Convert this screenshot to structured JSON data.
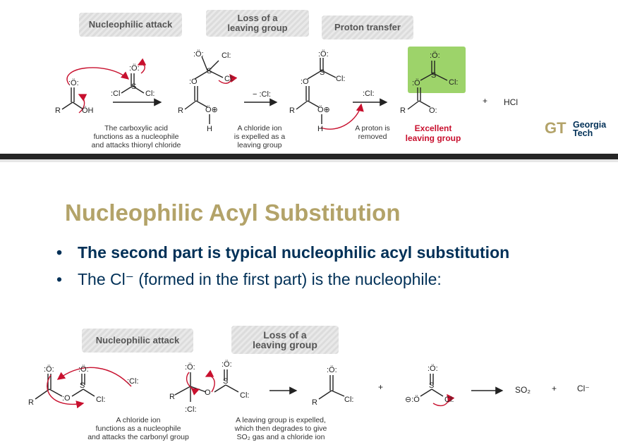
{
  "top_scheme": {
    "pills": {
      "nucleophilic_attack": "Nucleophilic attack",
      "loss_line1": "Loss of a",
      "loss_line2": "leaving group",
      "proton_transfer": "Proton transfer"
    },
    "captions": {
      "acid_l1": "The carboxylic acid",
      "acid_l2": "functions as a nucleophile",
      "acid_l3": "and attacks thionyl chloride",
      "chloride_l1": "A chloride ion",
      "chloride_l2": "is expelled as a",
      "chloride_l3": "leaving group",
      "proton_l1": "A proton is",
      "proton_l2": "removed",
      "excellent_l1": "Excellent",
      "excellent_l2": "leaving group"
    },
    "plus": "+",
    "hcl": "HCl"
  },
  "logo": {
    "line1": "Georgia",
    "line2": "Tech",
    "monogram": "GT"
  },
  "slide": {
    "heading": "Nucleophilic Acyl Substitution",
    "bullets": [
      {
        "marker": "•",
        "text": "The second part is typical nucleophilic acyl substitution"
      },
      {
        "marker": "•",
        "text": "The Cl⁻ (formed in the first part) is the nucleophile:"
      }
    ]
  },
  "bottom_scheme": {
    "pills": {
      "nucleophilic_attack": "Nucleophilic attack",
      "loss_line1": "Loss of a",
      "loss_line2": "leaving group"
    },
    "captions": {
      "chloride_l1": "A chloride ion",
      "chloride_l2": "functions as a nucleophile",
      "chloride_l3": "and attacks the carbonyl group",
      "expelled_l1": "A leaving group is expelled,",
      "expelled_l2": "which then degrades to give",
      "expelled_l3": "SO₂ gas and a chloride ion"
    },
    "plus1": "+",
    "plus2": "+",
    "so2": "SO₂",
    "cl_minus": "Cl⁻"
  },
  "colors": {
    "heading_gold": "#b3a369",
    "navy": "#003057",
    "arrow_red": "#c8102e",
    "highlight_green": "#9dd36a"
  }
}
